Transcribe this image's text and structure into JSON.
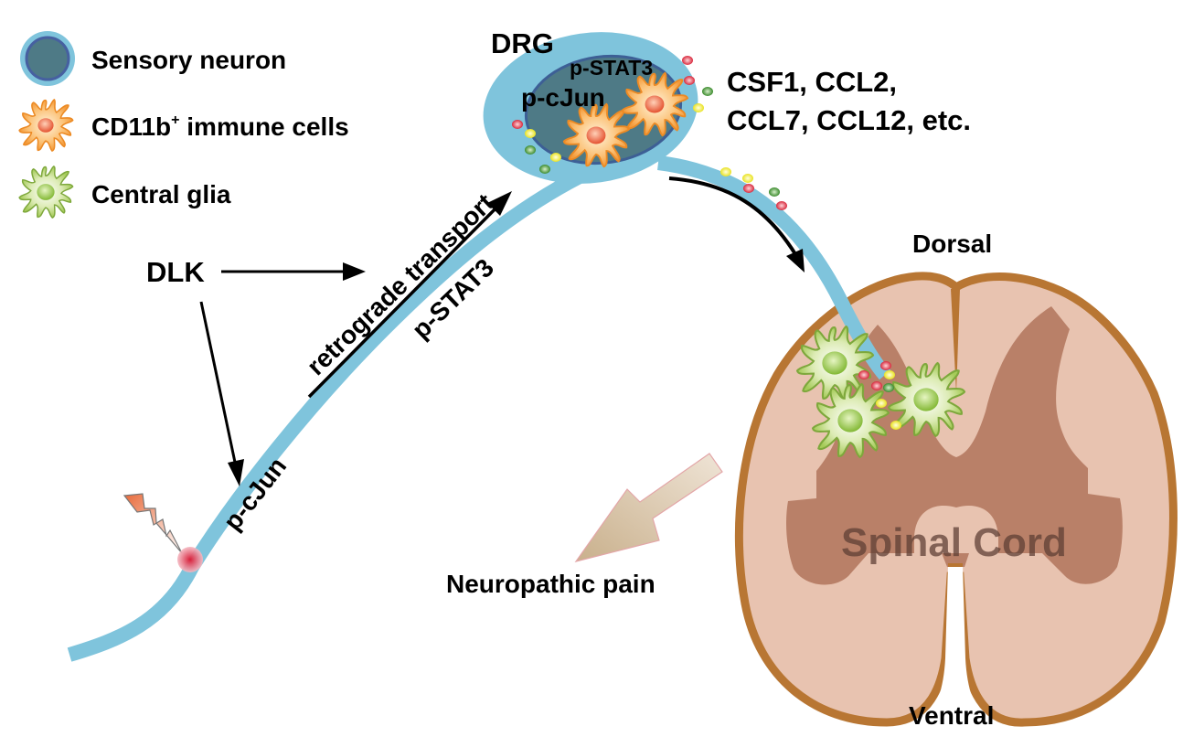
{
  "legend": {
    "items": [
      {
        "key": "sensory-neuron",
        "label": "Sensory neuron"
      },
      {
        "key": "immune-cells",
        "label": "CD11b",
        "sup": "+",
        "label_rest": " immune cells"
      },
      {
        "key": "central-glia",
        "label": "Central glia"
      }
    ]
  },
  "drg": {
    "label": "DRG",
    "inner_label_1": "p-STAT3",
    "inner_label_2": "p-cJun"
  },
  "cytokines": {
    "line1": "CSF1, CCL2,",
    "line2": "CCL7, CCL12, etc."
  },
  "axon": {
    "dlk_label": "DLK",
    "transport_label": "retrograde transport",
    "pstat3_label": "p-STAT3",
    "pcjun_label": "p-cJun"
  },
  "spinal_cord": {
    "title": "Spinal Cord",
    "dorsal_label": "Dorsal",
    "ventral_label": "Ventral"
  },
  "outcome": {
    "label": "Neuropathic pain"
  },
  "colors": {
    "nerve": "#7fc4dc",
    "neuron_core": "#4e7a86",
    "neuron_rim": "#3d5f95",
    "immune_cell": "#f6a548",
    "immune_nucleus": "#e8593a",
    "glia": "#a8cc5c",
    "glia_nucleus": "#8cc03c",
    "white_matter": "#e8c3b0",
    "gray_matter": "#b98068",
    "cord_border": "#b87633",
    "dot_red": "#e2394a",
    "dot_yellow": "#f1ef2e",
    "dot_green": "#4b9a3a",
    "pain_arrow": "#d6c2a6"
  }
}
